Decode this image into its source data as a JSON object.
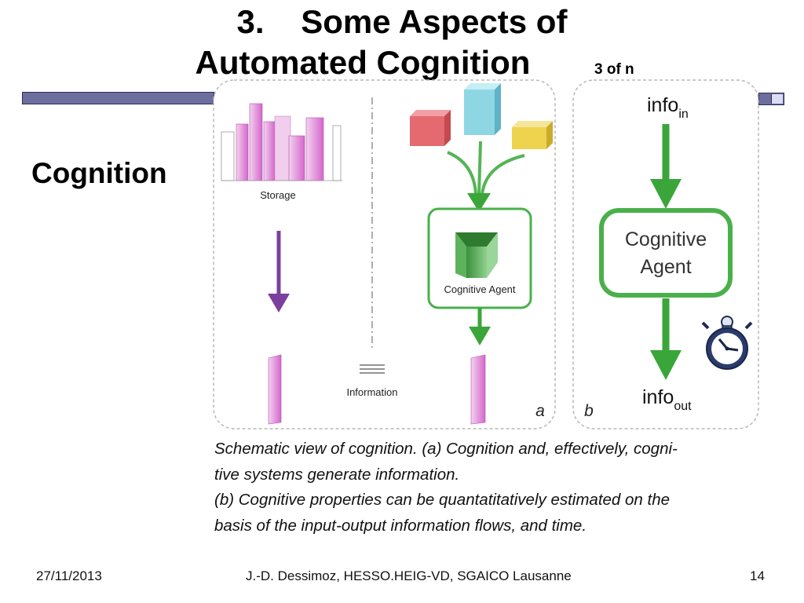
{
  "slide": {
    "title_line1": "3.    Some Aspects of",
    "title_line2": "Automated Cognition",
    "title_note": "3 of n",
    "side_label": "Cognition"
  },
  "figure": {
    "panel_a": {
      "storage_label": "Storage",
      "information_label": "Information",
      "agent_label": "Cognitive Agent",
      "panel_letter": "a"
    },
    "panel_b": {
      "panel_letter": "b",
      "input_main": "info",
      "input_sub": "in",
      "agent_line1": "Cognitive",
      "agent_line2": "Agent",
      "output_main": "info",
      "output_sub": "out",
      "icon": "stopwatch-icon"
    },
    "colors": {
      "green_arrow": "#3aa63a",
      "agent_border": "#4ab04a",
      "purple_arrow": "#7b3f9e",
      "pink_bars": "#d978d2",
      "cube_red": "#e46a6f",
      "cube_cyan": "#8fd6e4",
      "cube_yellow": "#eed34f"
    }
  },
  "caption": {
    "line1": "Schematic view of cognition. (a) Cognition and, effectively, cogni-",
    "line2": "tive systems generate information.",
    "line3": "(b) Cognitive properties can be quantatitatively estimated on the",
    "line4": "basis of the input-output information flows, and time."
  },
  "footer": {
    "date": "27/11/2013",
    "center": "J.-D. Dessimoz, HESSO.HEIG-VD, SGAICO Lausanne",
    "page": "14"
  }
}
